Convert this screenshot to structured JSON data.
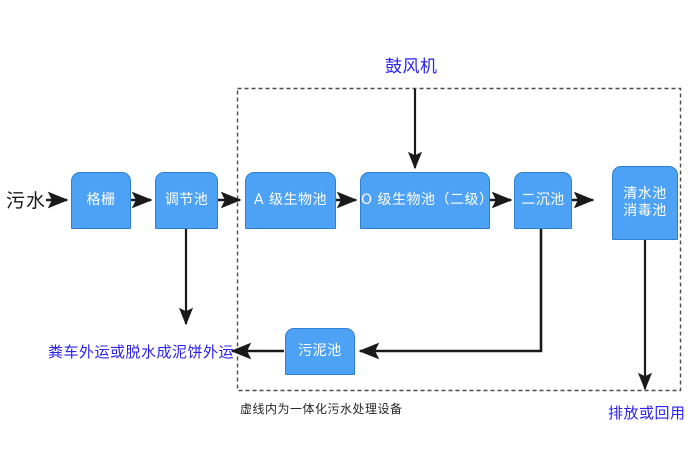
{
  "diagram": {
    "title_label": "鼓风机",
    "inlet_label": "污水",
    "caption": "虚线内为一体化污水处理设备",
    "sludge_outlet_label": "粪车外运或脱水成泥饼外运",
    "effluent_label": "排放或回用",
    "colors": {
      "node_fill": "#4da2f5",
      "node_border": "#2f7fd0",
      "node_text": "#ffffff",
      "annotation_blue": "#2b22f0",
      "arrow": "#1a1a1a",
      "dashed_border": "#4d4d4d",
      "background": "#ffffff"
    },
    "nodes": [
      {
        "id": "grate",
        "label": "格栅",
        "label2": ""
      },
      {
        "id": "equalization",
        "label": "调节池",
        "label2": ""
      },
      {
        "id": "a-tank",
        "label": "A 级生物池",
        "label2": ""
      },
      {
        "id": "o-tank",
        "label": "O 级生物池（二级）",
        "label2": ""
      },
      {
        "id": "clarifier",
        "label": "二沉池",
        "label2": ""
      },
      {
        "id": "clearwater",
        "label": "清水池",
        "label2": "消毒池"
      },
      {
        "id": "sludge",
        "label": "污泥池",
        "label2": ""
      }
    ]
  }
}
